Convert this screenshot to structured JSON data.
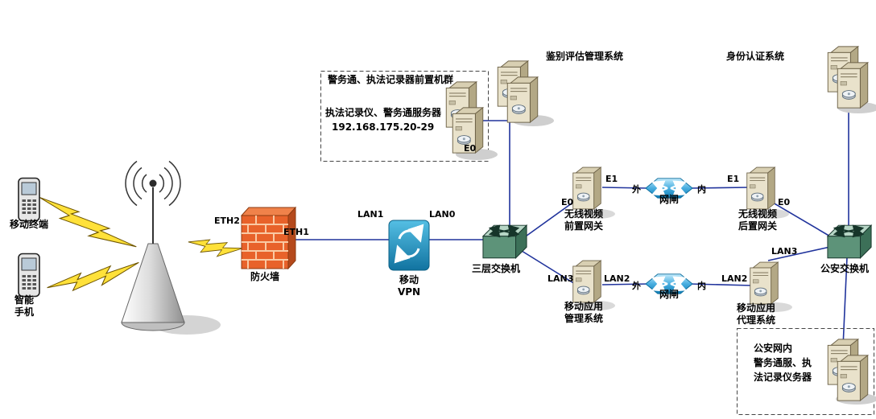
{
  "nodes": {
    "mobile_terminal": "移动终端",
    "smartphone": "智能\n手机",
    "firewall": "防火墙",
    "vpn": "移动\nVPN",
    "l3_switch": "三层交换机",
    "eval_mgmt_system": "鉴别评估管理系统",
    "video_front_gateway": "无线视频\n前置网关",
    "video_rear_gateway": "无线视频\n后置网关",
    "identity_auth_system": "身份认证系统",
    "app_mgmt_system": "移动应用\n管理系统",
    "app_proxy_system": "移动应用\n代理系统",
    "police_switch": "公安交换机",
    "gate": "网闸"
  },
  "ports": {
    "eth1": "ETH1",
    "eth2": "ETH2",
    "lan0": "LAN0",
    "lan1": "LAN1",
    "lan2": "LAN2",
    "lan3": "LAN3",
    "e0": "E0",
    "e1": "E1",
    "outer": "外",
    "inner": "内"
  },
  "groups": {
    "front_cluster": {
      "title": "警务通、执法记录器前置机群",
      "server_label": "执法记录仪、警务通服务器",
      "ip_range": "192.168.175.20-29"
    },
    "police_cluster": {
      "label": "公安网内\n警务通服、执\n法记录仪务器"
    }
  }
}
